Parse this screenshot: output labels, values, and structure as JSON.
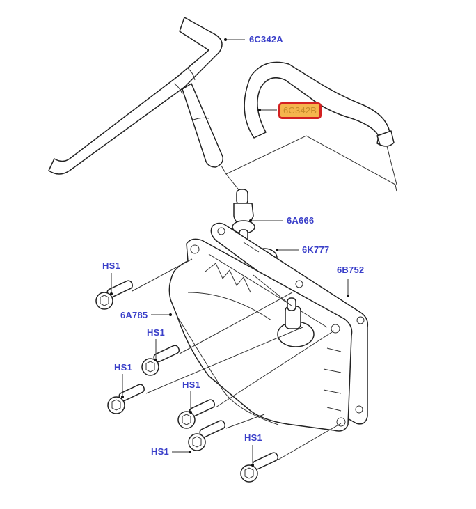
{
  "diagram": {
    "labels": {
      "hose_upper": "6C342A",
      "hose_highlighted": "6C342B",
      "valve": "6A666",
      "grommet": "6K777",
      "gasket": "6B752",
      "cover": "6A785",
      "bolt_1": "HS1",
      "bolt_2": "HS1",
      "bolt_3": "HS1",
      "bolt_4": "HS1",
      "bolt_5": "HS1",
      "bolt_6": "HS1"
    },
    "highlight": {
      "part": "6C342B",
      "fill": "#f5b54d",
      "border": "#d42121"
    },
    "label_color": "#3a3fc9"
  }
}
